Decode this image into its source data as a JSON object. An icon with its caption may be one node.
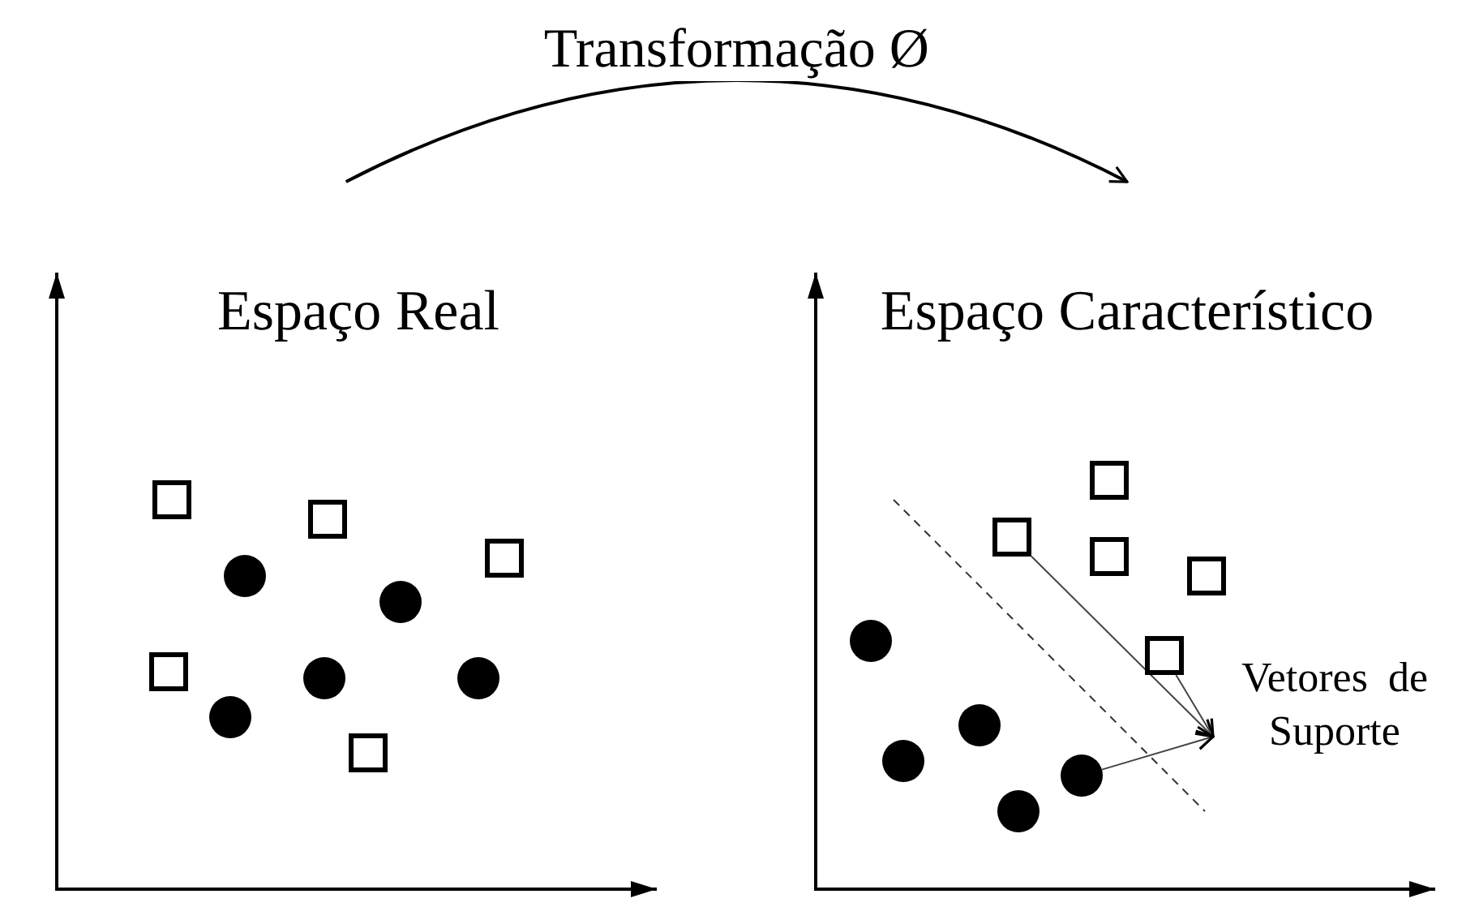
{
  "diagram": {
    "nodes": [
      {
        "text": [
          "Espaço Real"
        ]
      },
      {
        "text": [
          "Espaço Característico"
        ]
      },
      {
        "text": [],
        "shape": "box",
        "in": 0
      },
      {
        "text": [],
        "shape": "box",
        "in": 0
      },
      {
        "text": [],
        "shape": "box",
        "in": 0
      },
      {
        "text": [],
        "shape": "circle",
        "in": 0
      },
      {
        "text": [],
        "shape": "circle",
        "in": 0
      },
      {
        "text": [],
        "shape": "box",
        "in": 0
      },
      {
        "text": [],
        "shape": "circle",
        "in": 0
      },
      {
        "text": [],
        "shape": "circle",
        "in": 0
      },
      {
        "text": [],
        "shape": "circle",
        "in": 0
      },
      {
        "text": [],
        "shape": "box",
        "in": 0
      },
      {
        "text": [],
        "shape": "box",
        "in": 1
      },
      {
        "text": [],
        "shape": "box",
        "in": 1
      },
      {
        "text": [],
        "shape": "box",
        "in": 1
      },
      {
        "text": [],
        "shape": "box",
        "in": 1
      },
      {
        "text": [],
        "shape": "circle",
        "in": 1
      },
      {
        "text": [],
        "shape": "box",
        "in": 1
      },
      {
        "text": [],
        "shape": "circle",
        "in": 1
      },
      {
        "text": [],
        "shape": "circle",
        "in": 1
      },
      {
        "text": [],
        "shape": "circle",
        "in": 1
      },
      {
        "text": [],
        "shape": "circle",
        "in": 1
      },
      {
        "text": [
          "Vetores de Suporte"
        ],
        "in": 1
      }
    ],
    "edges": [
      {
        "from": 0,
        "to": 1,
        "arrow": "to",
        "label": "Transformação Ø"
      },
      {
        "from": 13,
        "to": 22,
        "arrow": "to"
      },
      {
        "from": 17,
        "to": 22,
        "arrow": "to"
      },
      {
        "from": 20,
        "to": 22,
        "arrow": "to"
      }
    ]
  }
}
